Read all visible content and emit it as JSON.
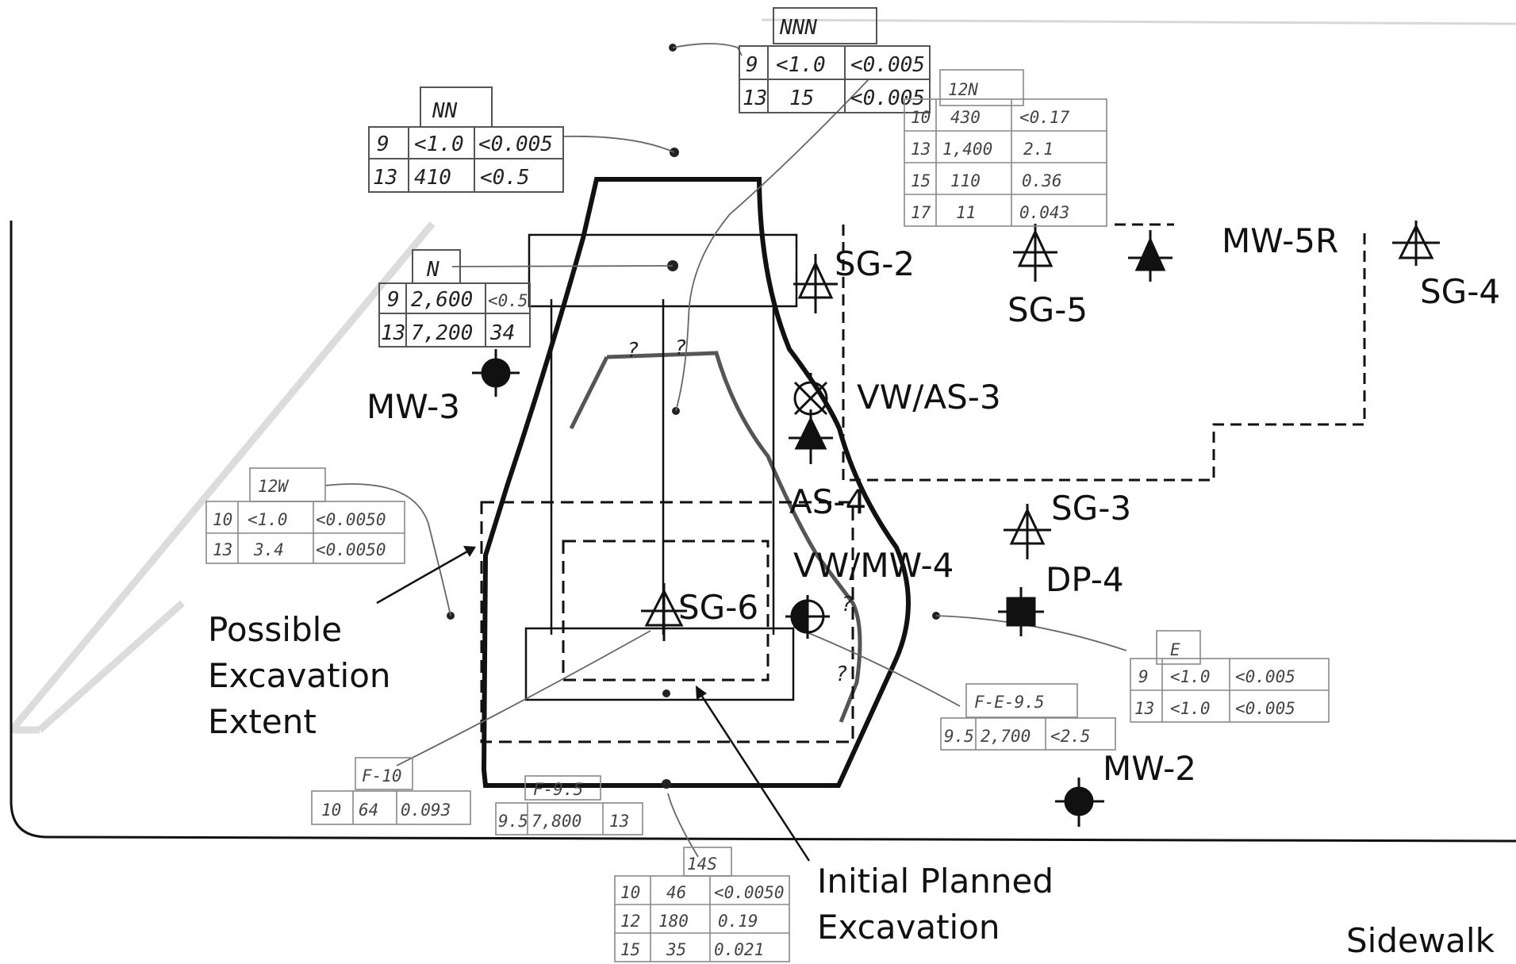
{
  "labels": {
    "sg2": "SG-2",
    "sg3": "SG-3",
    "sg4": "SG-4",
    "sg5": "SG-5",
    "sg6": "SG-6",
    "mw3": "MW-3",
    "mw2": "MW-2",
    "mw5r": "MW-5R",
    "vwas3": "VW/AS-3",
    "as4": "AS-4",
    "vwmw4": "VW/MW-4",
    "dp4": "DP-4",
    "sidewalk": "Sidewalk",
    "possible": [
      "Possible",
      "Excavation",
      "Extent"
    ],
    "initial": [
      "Initial Planned",
      "Excavation"
    ]
  },
  "question_marks": [
    "?",
    "?",
    "?",
    "?"
  ],
  "tables": {
    "nnn": {
      "name": "NNN",
      "rows": [
        [
          "9",
          "<1.0",
          "<0.005"
        ],
        [
          "13",
          "15",
          "<0.005"
        ]
      ]
    },
    "nn": {
      "name": "NN",
      "rows": [
        [
          "9",
          "<1.0",
          "<0.005"
        ],
        [
          "13",
          "410",
          "<0.5"
        ]
      ]
    },
    "n12": {
      "name": "12N",
      "rows": [
        [
          "10",
          "430",
          "<0.17"
        ],
        [
          "13",
          "1,400",
          "2.1"
        ],
        [
          "15",
          "110",
          "0.36"
        ],
        [
          "17",
          "11",
          "0.043"
        ]
      ]
    },
    "n": {
      "name": "N",
      "rows": [
        [
          "9",
          "2,600",
          "<0.5"
        ],
        [
          "13",
          "7,200",
          "34"
        ]
      ]
    },
    "w12": {
      "name": "12W",
      "rows": [
        [
          "10",
          "<1.0",
          "<0.0050"
        ],
        [
          "13",
          "3.4",
          "<0.0050"
        ]
      ]
    },
    "e": {
      "name": "E",
      "rows": [
        [
          "9",
          "<1.0",
          "<0.005"
        ],
        [
          "13",
          "<1.0",
          "<0.005"
        ]
      ]
    },
    "fe95": {
      "name": "F-E-9.5",
      "rows": [
        [
          "9.5",
          "2,700",
          "<2.5"
        ]
      ]
    },
    "f10": {
      "name": "F-10",
      "rows": [
        [
          "10",
          "64",
          "0.093"
        ]
      ]
    },
    "f95": {
      "name": "F-9.5",
      "rows": [
        [
          "9.5",
          "7,800",
          "13"
        ]
      ]
    },
    "s14": {
      "name": "14S",
      "rows": [
        [
          "10",
          "46",
          "<0.0050"
        ],
        [
          "12",
          "180",
          "0.19"
        ],
        [
          "15",
          "35",
          "0.021"
        ]
      ]
    }
  },
  "colors": {
    "ink": "#111111",
    "pencil": "#555555",
    "faint": "#d9d9d9"
  }
}
